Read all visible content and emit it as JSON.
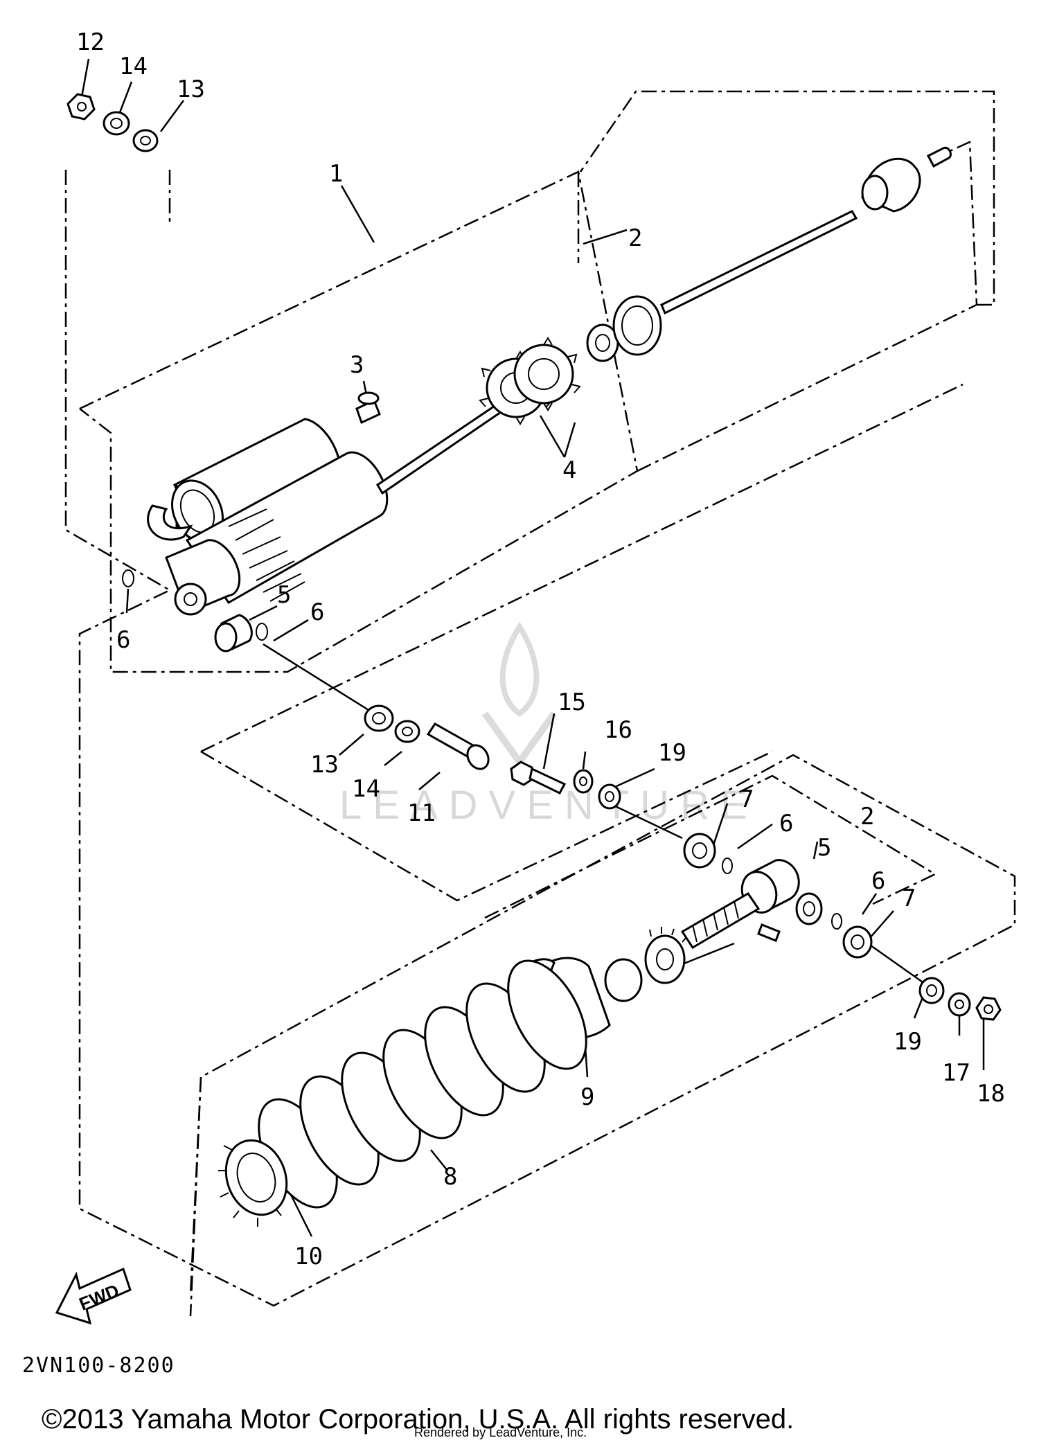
{
  "diagram": {
    "callouts": [
      {
        "id": "c12a",
        "text": "12"
      },
      {
        "id": "c14a",
        "text": "14"
      },
      {
        "id": "c13a",
        "text": "13"
      },
      {
        "id": "c1",
        "text": "1"
      },
      {
        "id": "c2a",
        "text": "2"
      },
      {
        "id": "c3",
        "text": "3"
      },
      {
        "id": "c4",
        "text": "4"
      },
      {
        "id": "c5a",
        "text": "5"
      },
      {
        "id": "c6a",
        "text": "6"
      },
      {
        "id": "c6b",
        "text": "6"
      },
      {
        "id": "c13b",
        "text": "13"
      },
      {
        "id": "c14b",
        "text": "14"
      },
      {
        "id": "c11",
        "text": "11"
      },
      {
        "id": "c15",
        "text": "15"
      },
      {
        "id": "c16",
        "text": "16"
      },
      {
        "id": "c19a",
        "text": "19"
      },
      {
        "id": "c7a",
        "text": "7"
      },
      {
        "id": "c6c",
        "text": "6"
      },
      {
        "id": "c2b",
        "text": "2"
      },
      {
        "id": "c5b",
        "text": "5"
      },
      {
        "id": "c6d",
        "text": "6"
      },
      {
        "id": "c7b",
        "text": "7"
      },
      {
        "id": "c9",
        "text": "9"
      },
      {
        "id": "c19b",
        "text": "19"
      },
      {
        "id": "c17",
        "text": "17"
      },
      {
        "id": "c18",
        "text": "18"
      },
      {
        "id": "c8",
        "text": "8"
      },
      {
        "id": "c10",
        "text": "10"
      }
    ],
    "fwd_label": "FWD",
    "diagram_code": "2VN100-8200",
    "watermark": "LEADVENTURE",
    "copyright": "©2013 Yamaha Motor Corporation, U.S.A. All rights reserved.",
    "credit": "Rendered by LeadVenture, Inc."
  }
}
